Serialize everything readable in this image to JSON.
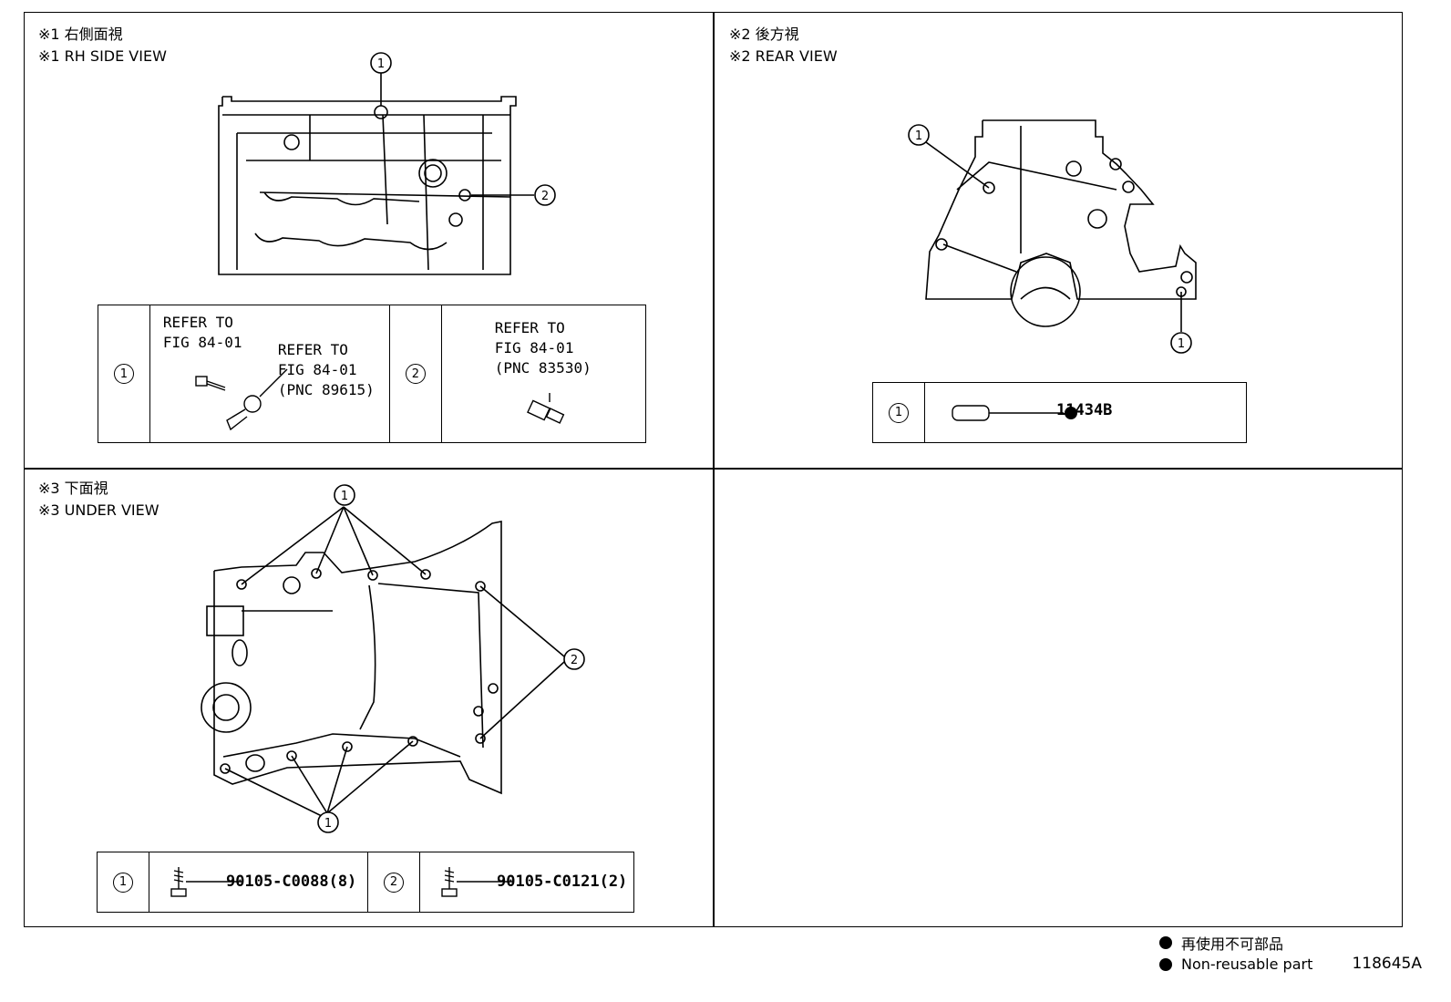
{
  "views": {
    "rh_side": {
      "title_jp": "※1 右側面視",
      "title_en": "※1 RH SIDE VIEW"
    },
    "rear": {
      "title_jp": "※2 後方視",
      "title_en": "※2 REAR VIEW"
    },
    "under": {
      "title_jp": "※3 下面視",
      "title_en": "※3 UNDER VIEW"
    }
  },
  "callouts": {
    "one": "1",
    "two": "2"
  },
  "table_rh": {
    "row1_ref_a": "REFER TO\nFIG 84-01",
    "row1_ref_b": "REFER TO\nFIG 84-01\n(PNC 89615)",
    "row2_ref": "REFER TO\nFIG 84-01\n(PNC 83530)"
  },
  "table_rear": {
    "part": "11434B"
  },
  "table_under": {
    "part1": "90105-C0088(8)",
    "part2": "90105-C0121(2)"
  },
  "legend": {
    "jp": "再使用不可部品",
    "en": "Non-reusable part"
  },
  "figure_code": "118645A"
}
